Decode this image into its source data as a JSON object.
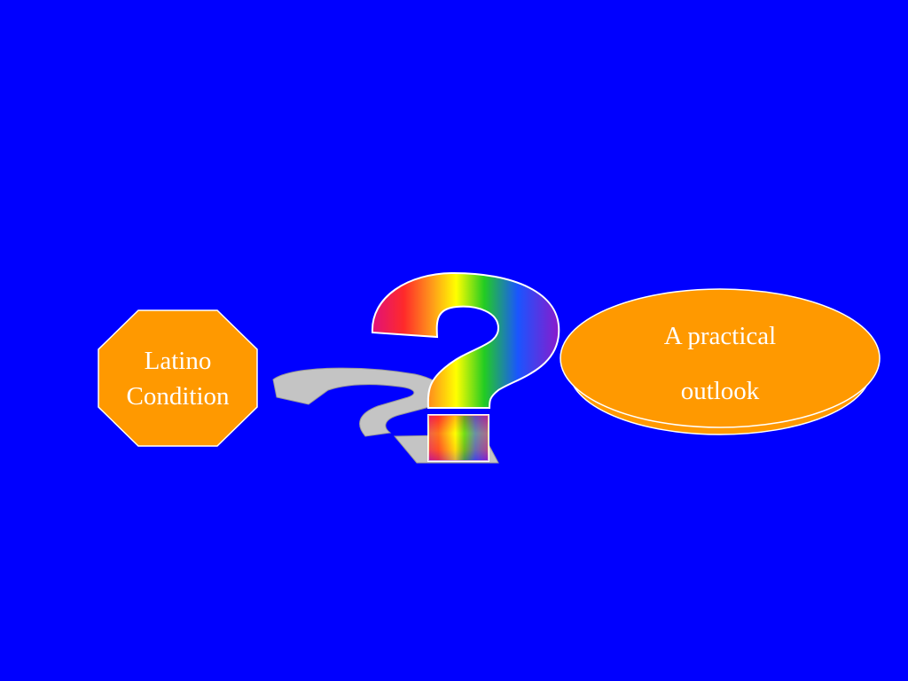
{
  "slide": {
    "background_color": "#0000ff",
    "left_shape": {
      "line1": "Latino",
      "line2": "Condition",
      "fill_color": "#ff9900"
    },
    "center_icon": "rainbow-question-mark-icon",
    "right_shape": {
      "line1": "A practical",
      "line2": "outlook",
      "fill_color": "#ff9900"
    }
  }
}
